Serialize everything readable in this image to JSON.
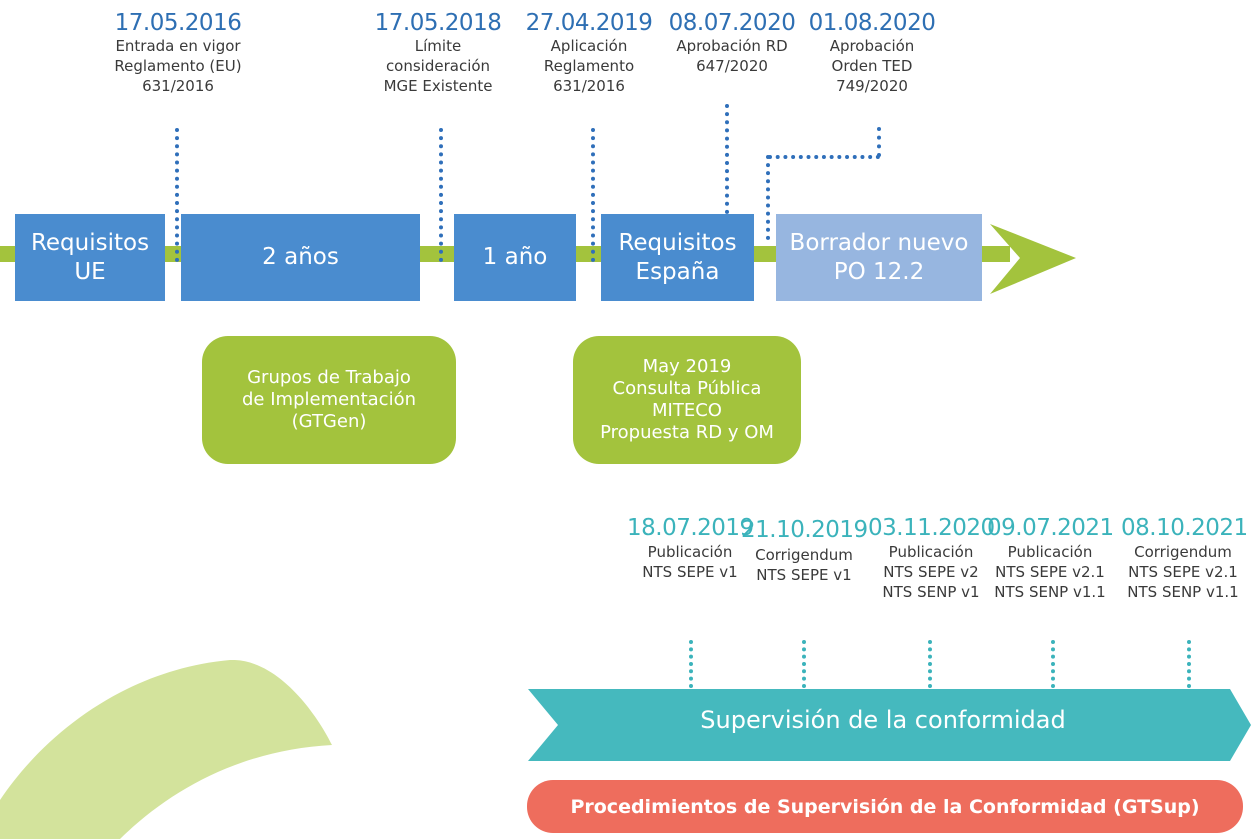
{
  "top_events": [
    {
      "date": "17.05.2016",
      "lines": [
        "Entrada en vigor",
        "Reglamento (EU)",
        "631/2016"
      ]
    },
    {
      "date": "17.05.2018",
      "lines": [
        "Límite",
        "consideración",
        "MGE Existente"
      ]
    },
    {
      "date": "27.04.2019",
      "lines": [
        "Aplicación",
        "Reglamento",
        "631/2016"
      ]
    },
    {
      "date": "08.07.2020",
      "lines": [
        "Aprobación RD",
        "647/2020"
      ]
    },
    {
      "date": "01.08.2020",
      "lines": [
        "Aprobación",
        "Orden TED",
        "749/2020"
      ]
    }
  ],
  "timeline_boxes": [
    {
      "lines": [
        "Requisitos",
        "UE"
      ]
    },
    {
      "lines": [
        "2 años"
      ]
    },
    {
      "lines": [
        "1 año"
      ]
    },
    {
      "lines": [
        "Requisitos",
        "España"
      ]
    },
    {
      "lines": [
        "Borrador nuevo",
        "PO 12.2"
      ]
    }
  ],
  "pills": [
    {
      "lines": [
        "Grupos de Trabajo",
        "de Implementación",
        "(GTGen)"
      ]
    },
    {
      "lines": [
        "May 2019",
        "Consulta Pública",
        "MITECO",
        "Propuesta RD y OM"
      ]
    }
  ],
  "bottom_events": [
    {
      "date": "18.07.2019",
      "lines": [
        "Publicación",
        "NTS SEPE v1"
      ]
    },
    {
      "date": "21.10.2019",
      "lines": [
        "Corrigendum",
        "NTS SEPE v1"
      ]
    },
    {
      "date": "03.11.2020",
      "lines": [
        "Publicación",
        "NTS SEPE v2",
        "NTS SENP v1"
      ]
    },
    {
      "date": "09.07.2021",
      "lines": [
        "Publicación",
        "NTS SEPE v2.1",
        "NTS SENP v1.1"
      ]
    },
    {
      "date": "08.10.2021",
      "lines": [
        "Corrigendum",
        "NTS SEPE v2.1",
        "NTS SENP v1.1"
      ]
    }
  ],
  "banner": {
    "label": "Supervisión de la conformidad"
  },
  "red_bar": {
    "label": "Procedimientos de Supervisión de la Conformidad (GTSup)"
  },
  "colors": {
    "date_blue": "#2e6fb3",
    "date_teal": "#3bb3bb",
    "box_blue": "#4a8ccf",
    "box_light": "#97b6e0",
    "green": "#a3c33d",
    "teal_banner": "#45b9be",
    "red": "#ee6d5d"
  }
}
